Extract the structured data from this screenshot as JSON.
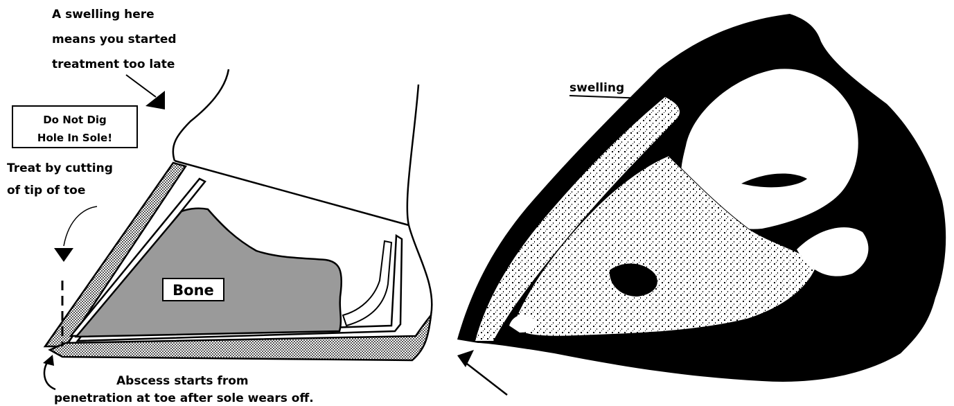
{
  "labels": {
    "swelling_note_line1": "A swelling here",
    "swelling_note_line2": "means you started",
    "swelling_note_line3": "treatment too late",
    "warning_line1": "Do Not Dig",
    "warning_line2": "Hole In Sole!",
    "treat_line1": "Treat by cutting",
    "treat_line2": "of tip of toe",
    "bone": "Bone",
    "swelling": "swelling",
    "abscess_line1": "Abscess starts from",
    "abscess_line2": "penetration at toe after sole wears off."
  },
  "colors": {
    "ink": "#000000",
    "bone_fill": "#9a9a9a",
    "hoof_wall_fill": "#c8c8c8",
    "background": "#ffffff"
  }
}
